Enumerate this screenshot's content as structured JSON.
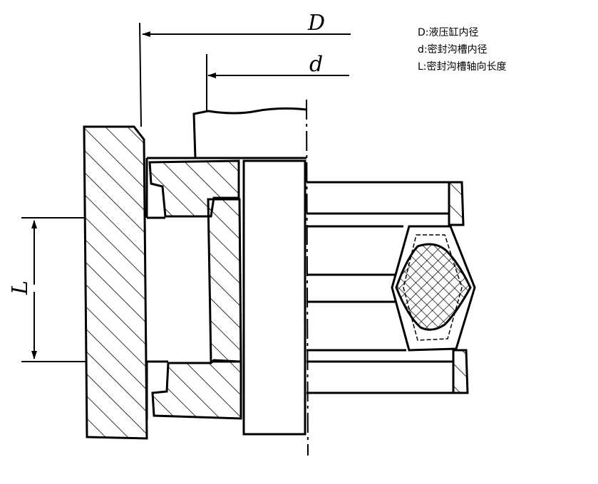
{
  "dimensions": {
    "D_label": "D",
    "d_label": "d",
    "L_label": "L"
  },
  "legend": {
    "D": "D:液压缸内径",
    "d": "d:密封沟槽内径",
    "L": "L:密封沟槽轴向长度"
  }
}
